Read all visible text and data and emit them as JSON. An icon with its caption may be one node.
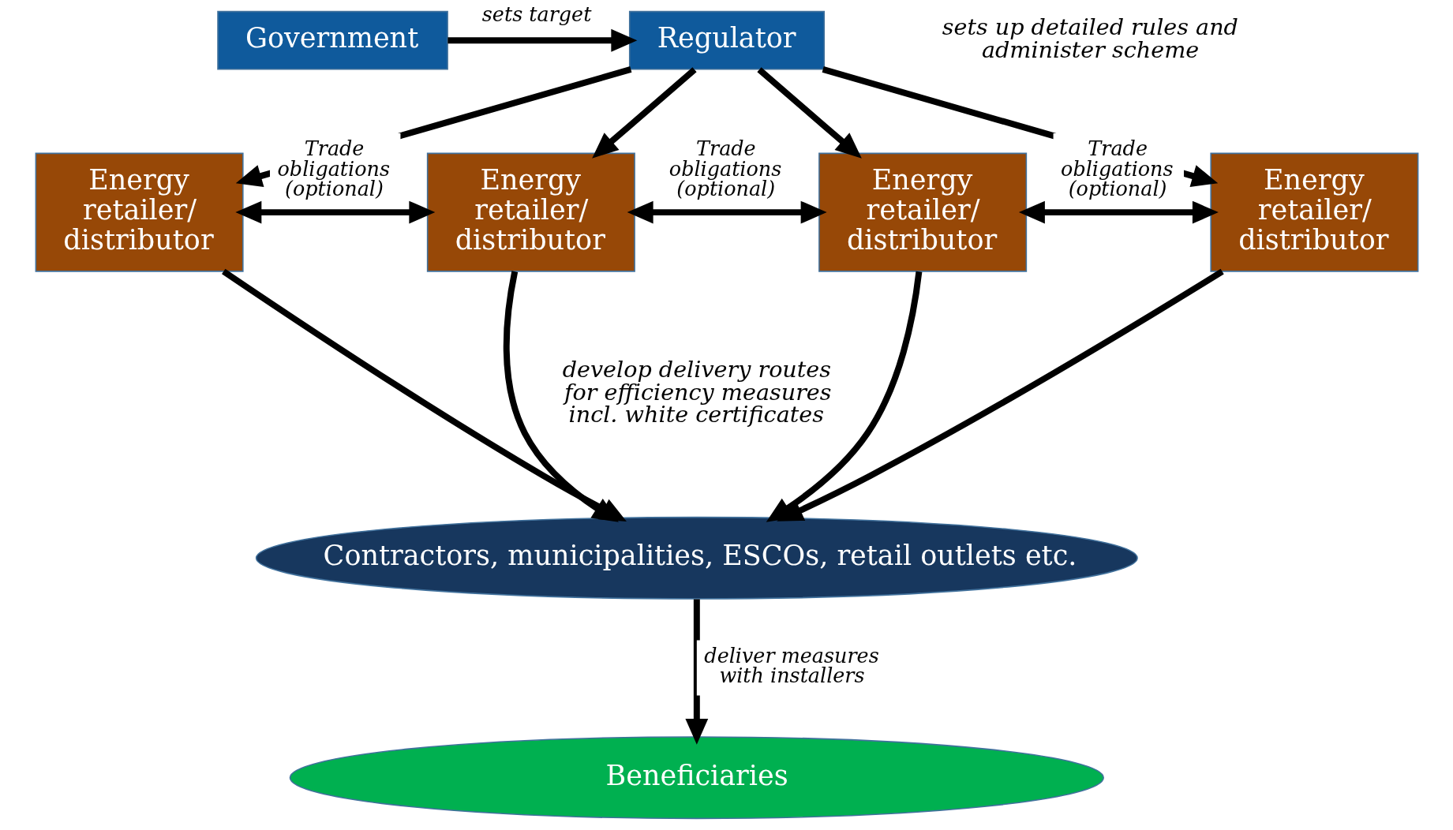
{
  "diagram": {
    "nodes": [
      {
        "text": [
          "Government"
        ]
      },
      {
        "text": [
          "Regulator"
        ]
      },
      {
        "text": [
          "Energy retailer/ distributor"
        ]
      },
      {
        "text": [
          "Energy retailer/ distributor"
        ]
      },
      {
        "text": [
          "Energy retailer/ distributor"
        ]
      },
      {
        "text": [
          "Energy retailer/ distributor"
        ]
      },
      {
        "text": [
          "Contractors, municipalities, ESCOs, retail outlets etc."
        ]
      },
      {
        "text": [
          "Beneficiaries"
        ]
      }
    ],
    "edges": [
      {
        "from": 0,
        "to": 1,
        "arrow": "to",
        "label": "sets target"
      },
      {
        "from": 1,
        "to": 2,
        "arrow": "to"
      },
      {
        "from": 1,
        "to": 3,
        "arrow": "to"
      },
      {
        "from": 1,
        "to": 4,
        "arrow": "to"
      },
      {
        "from": 1,
        "to": 5,
        "arrow": "to"
      },
      {
        "from": 2,
        "to": 3,
        "arrow": "both",
        "label": "Trade obligations (optional)"
      },
      {
        "from": 3,
        "to": 4,
        "arrow": "both",
        "label": "Trade obligations (optional)"
      },
      {
        "from": 4,
        "to": 5,
        "arrow": "both",
        "label": "Trade obligations (optional)"
      },
      {
        "from": 2,
        "to": 6,
        "arrow": "to"
      },
      {
        "from": 3,
        "to": 6,
        "arrow": "to"
      },
      {
        "from": 4,
        "to": 6,
        "arrow": "to"
      },
      {
        "from": 5,
        "to": 6,
        "arrow": "to"
      },
      {
        "from": 6,
        "to": 7,
        "arrow": "to",
        "label": "deliver measures with installers"
      }
    ],
    "labels": [
      "sets up detailed rules and administer scheme",
      "develop delivery routes for efficiency measures incl. white certificates"
    ]
  }
}
